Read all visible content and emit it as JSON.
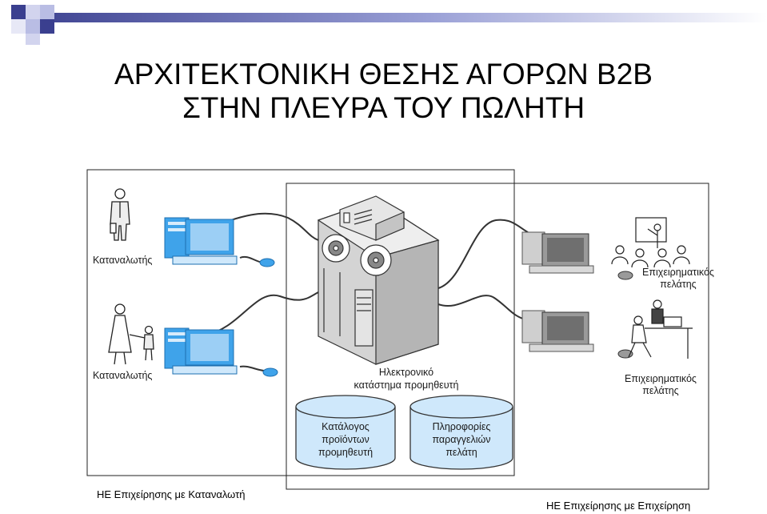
{
  "slide": {
    "title_line1": "ΑΡΧΙΤΕΚΤΟΝΙΚΗ ΘΕΣΗΣ ΑΓΟΡΩΝ Β2Β",
    "title_line2": "ΣΤΗΝ ΠΛΕΥΡΑ ΤΟΥ ΠΩΛΗΤΗ"
  },
  "diagram": {
    "consumer_top": "Καταναλωτής",
    "consumer_bottom": "Καταναλωτής",
    "business_top_line1": "Επιχειρηματικός",
    "business_top_line2": "πελάτης",
    "business_bottom_line1": "Επιχειρηματικός",
    "business_bottom_line2": "πελάτης",
    "server_line1": "Ηλεκτρονικό",
    "server_line2": "κατάστημα προμηθευτή",
    "db_catalog_line1": "Κατάλογος",
    "db_catalog_line2": "προϊόντων",
    "db_catalog_line3": "προμηθευτή",
    "db_orders_line1": "Πληροφορίες",
    "db_orders_line2": "παραγγελιών",
    "db_orders_line3": "πελάτη"
  },
  "footer": {
    "left": "ΗΕ Επιχείρησης με Καταναλωτή",
    "right": "ΗΕ Επιχείρησης με Επιχείρηση"
  },
  "colors": {
    "accent_dark": "#3a3f8f",
    "accent_light": "#b9bde4",
    "monitor_blue": "#3fa3ea",
    "monitor_screen": "#9ccff5",
    "server_gray": "#d4d4d4"
  }
}
